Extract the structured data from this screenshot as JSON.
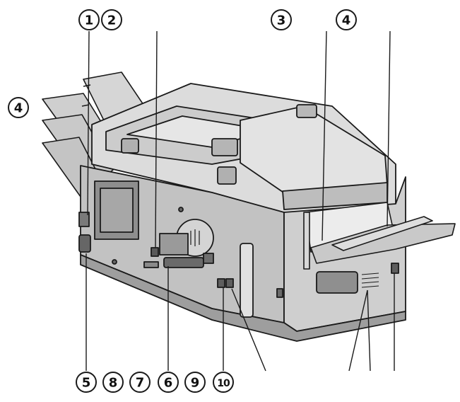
{
  "callouts": {
    "n1": "1",
    "n2": "2",
    "n3": "3",
    "n4_top": "4",
    "n4_left": "4",
    "n5": "5",
    "n6": "6",
    "n7": "7",
    "n8": "8",
    "n9": "9",
    "n10": "10"
  },
  "colors": {
    "line": "#1a1a1a",
    "body_light": "#d9d9d9",
    "body_mid": "#bdbdbd",
    "body_dark": "#8f8f8f",
    "panel_dark": "#5a5a5a",
    "tray": "#c8c8c8",
    "background": "#ffffff"
  }
}
